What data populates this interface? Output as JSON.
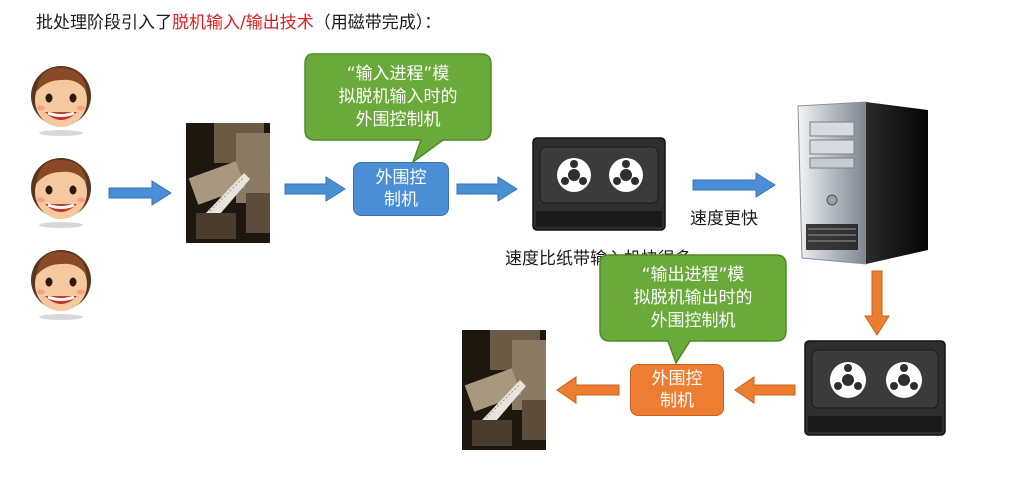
{
  "title": {
    "prefix": "批处理阶段引入了",
    "highlight": "脱机输入/输出技术",
    "suffix": "（用磁带完成）："
  },
  "input_controller": {
    "label_line1": "外围控",
    "label_line2": "制机"
  },
  "output_controller": {
    "label_line1": "外围控",
    "label_line2": "制机"
  },
  "callout_input": {
    "line1": "“输入进程”模",
    "line2": "拟脱机输入时的",
    "line3": "外围控制机"
  },
  "callout_output": {
    "line1": "“输出进程”模",
    "line2": "拟脱机输出时的",
    "line3": "外围控制机"
  },
  "labels": {
    "speed_faster": "速度更快",
    "speed_compare": "速度比纸带输入机快很多"
  },
  "colors": {
    "title_highlight": "#e02020",
    "blue_box": "#4a8fd6",
    "orange_box": "#ed7d31",
    "callout_green": "#6aaa3a",
    "blue_arrow": "#4a8fd6",
    "orange_arrow": "#ed7d31"
  }
}
